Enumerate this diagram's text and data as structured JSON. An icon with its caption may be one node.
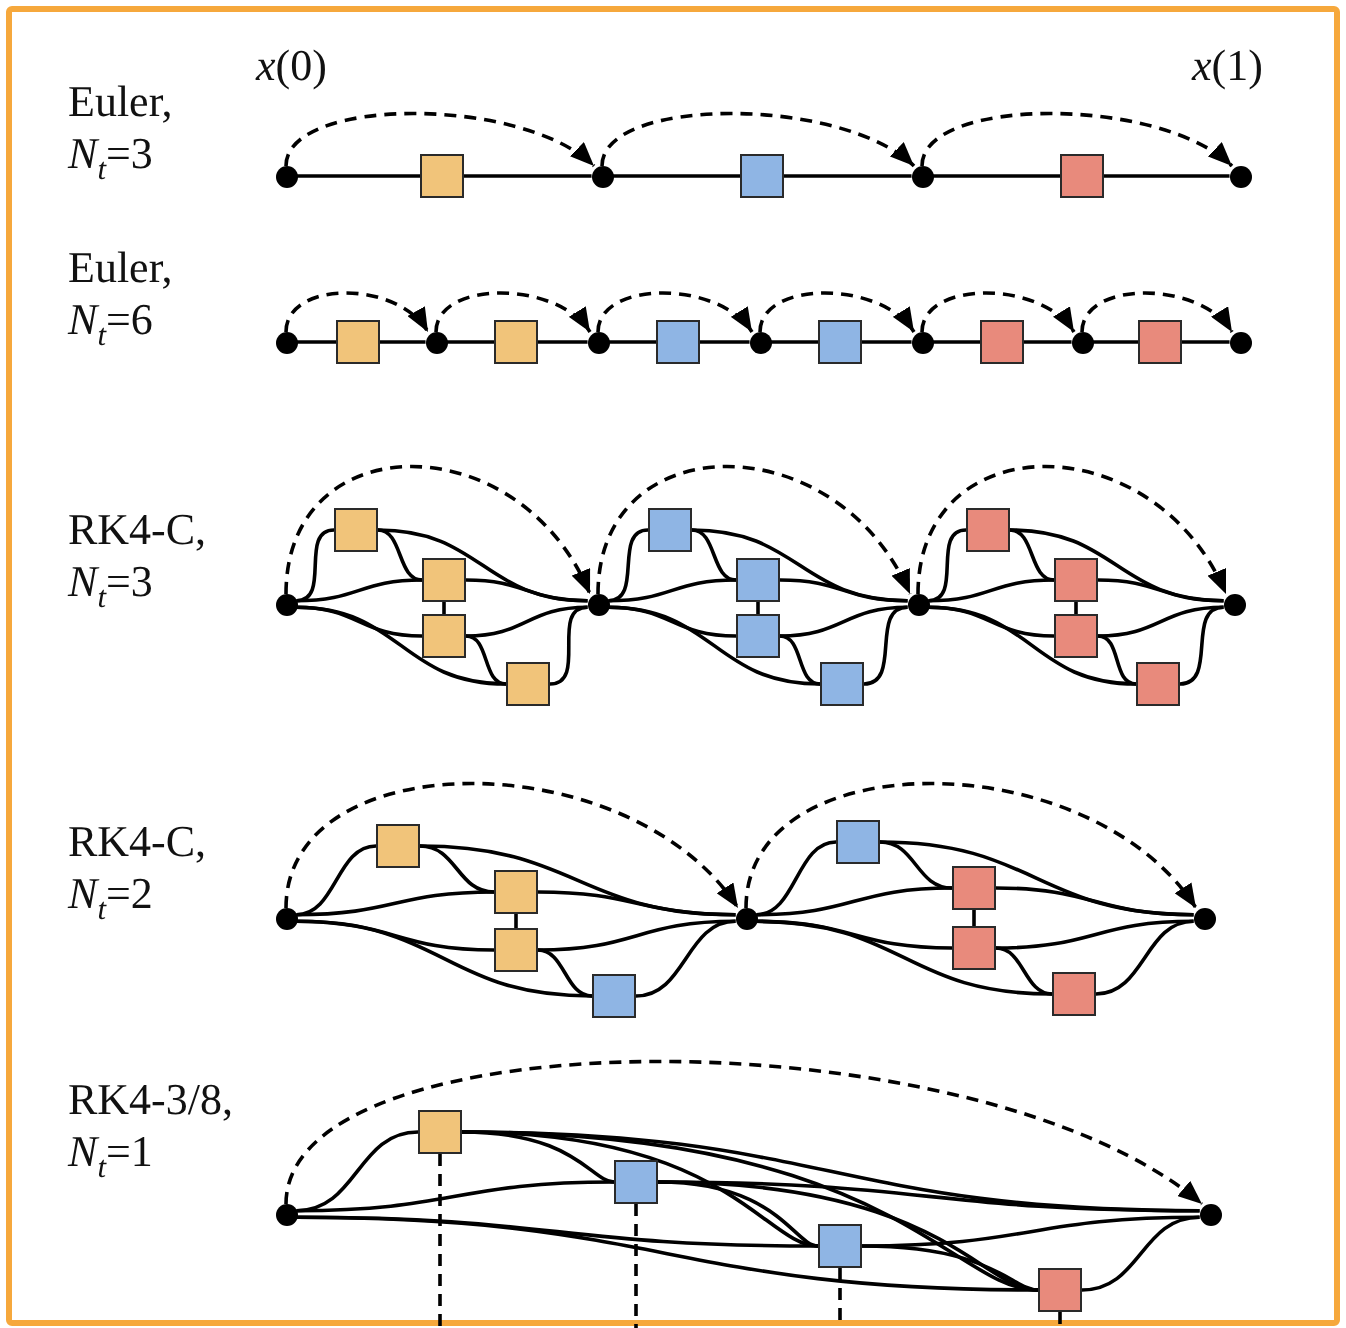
{
  "diagram": {
    "nodes": [
      {
        "text": [],
        "shape": "circle"
      },
      {
        "text": [],
        "shape": "box"
      },
      {
        "text": [],
        "shape": "circle"
      },
      {
        "text": [],
        "shape": "box"
      },
      {
        "text": [],
        "shape": "circle"
      },
      {
        "text": [],
        "shape": "box"
      },
      {
        "text": [],
        "shape": "circle"
      },
      {
        "text": [],
        "shape": "circle"
      },
      {
        "text": [],
        "shape": "box"
      },
      {
        "text": [],
        "shape": "circle"
      },
      {
        "text": [],
        "shape": "box"
      },
      {
        "text": [],
        "shape": "circle"
      },
      {
        "text": [],
        "shape": "box"
      },
      {
        "text": [],
        "shape": "circle"
      },
      {
        "text": [],
        "shape": "box"
      },
      {
        "text": [],
        "shape": "circle"
      },
      {
        "text": [],
        "shape": "box"
      },
      {
        "text": [],
        "shape": "circle"
      },
      {
        "text": [],
        "shape": "box"
      },
      {
        "text": [],
        "shape": "circle"
      },
      {
        "text": [],
        "shape": "circle"
      },
      {
        "text": [],
        "shape": "box"
      },
      {
        "text": [],
        "shape": "box"
      },
      {
        "text": [],
        "shape": "box"
      },
      {
        "text": [],
        "shape": "box"
      },
      {
        "text": [],
        "shape": "circle"
      },
      {
        "text": [],
        "shape": "box"
      },
      {
        "text": [],
        "shape": "box"
      },
      {
        "text": [],
        "shape": "box"
      },
      {
        "text": [],
        "shape": "box"
      },
      {
        "text": [],
        "shape": "circle"
      },
      {
        "text": [],
        "shape": "box"
      },
      {
        "text": [],
        "shape": "box"
      },
      {
        "text": [],
        "shape": "box"
      },
      {
        "text": [],
        "shape": "box"
      },
      {
        "text": [],
        "shape": "circle"
      },
      {
        "text": [],
        "shape": "circle"
      },
      {
        "text": [],
        "shape": "box"
      },
      {
        "text": [],
        "shape": "box"
      },
      {
        "text": [],
        "shape": "box"
      },
      {
        "text": [],
        "shape": "box"
      },
      {
        "text": [],
        "shape": "circle"
      },
      {
        "text": [],
        "shape": "box"
      },
      {
        "text": [],
        "shape": "box"
      },
      {
        "text": [],
        "shape": "box"
      },
      {
        "text": [],
        "shape": "box"
      },
      {
        "text": [],
        "shape": "circle"
      },
      {
        "text": [],
        "shape": "circle"
      },
      {
        "text": [],
        "shape": "box"
      },
      {
        "text": [],
        "shape": "box"
      },
      {
        "text": [],
        "shape": "box"
      },
      {
        "text": [],
        "shape": "box"
      },
      {
        "text": [],
        "shape": "circle"
      }
    ],
    "edges": [
      {
        "from": 0,
        "to": 1,
        "arrow": "none"
      },
      {
        "from": 1,
        "to": 2,
        "arrow": "none"
      },
      {
        "from": 2,
        "to": 3,
        "arrow": "none"
      },
      {
        "from": 3,
        "to": 4,
        "arrow": "none"
      },
      {
        "from": 4,
        "to": 5,
        "arrow": "none"
      },
      {
        "from": 5,
        "to": 6,
        "arrow": "none"
      },
      {
        "from": 0,
        "to": 2,
        "arrow": "to",
        "style": "dashed"
      },
      {
        "from": 2,
        "to": 4,
        "arrow": "to",
        "style": "dashed"
      },
      {
        "from": 4,
        "to": 6,
        "arrow": "to",
        "style": "dashed"
      },
      {
        "from": 7,
        "to": 8,
        "arrow": "none"
      },
      {
        "from": 8,
        "to": 9,
        "arrow": "none"
      },
      {
        "from": 9,
        "to": 10,
        "arrow": "none"
      },
      {
        "from": 10,
        "to": 11,
        "arrow": "none"
      },
      {
        "from": 11,
        "to": 12,
        "arrow": "none"
      },
      {
        "from": 12,
        "to": 13,
        "arrow": "none"
      },
      {
        "from": 13,
        "to": 14,
        "arrow": "none"
      },
      {
        "from": 14,
        "to": 15,
        "arrow": "none"
      },
      {
        "from": 15,
        "to": 16,
        "arrow": "none"
      },
      {
        "from": 16,
        "to": 17,
        "arrow": "none"
      },
      {
        "from": 17,
        "to": 18,
        "arrow": "none"
      },
      {
        "from": 18,
        "to": 19,
        "arrow": "none"
      },
      {
        "from": 7,
        "to": 9,
        "arrow": "to",
        "style": "dashed"
      },
      {
        "from": 9,
        "to": 11,
        "arrow": "to",
        "style": "dashed"
      },
      {
        "from": 11,
        "to": 13,
        "arrow": "to",
        "style": "dashed"
      },
      {
        "from": 13,
        "to": 15,
        "arrow": "to",
        "style": "dashed"
      },
      {
        "from": 15,
        "to": 17,
        "arrow": "to",
        "style": "dashed"
      },
      {
        "from": 17,
        "to": 19,
        "arrow": "to",
        "style": "dashed"
      },
      {
        "from": 20,
        "to": 21,
        "arrow": "none"
      },
      {
        "from": 20,
        "to": 22,
        "arrow": "none"
      },
      {
        "from": 20,
        "to": 23,
        "arrow": "none"
      },
      {
        "from": 20,
        "to": 24,
        "arrow": "none"
      },
      {
        "from": 21,
        "to": 22,
        "arrow": "none"
      },
      {
        "from": 22,
        "to": 23,
        "arrow": "none"
      },
      {
        "from": 23,
        "to": 24,
        "arrow": "none"
      },
      {
        "from": 21,
        "to": 25,
        "arrow": "none"
      },
      {
        "from": 22,
        "to": 25,
        "arrow": "none"
      },
      {
        "from": 23,
        "to": 25,
        "arrow": "none"
      },
      {
        "from": 24,
        "to": 25,
        "arrow": "none"
      },
      {
        "from": 20,
        "to": 25,
        "arrow": "to",
        "style": "dashed"
      },
      {
        "from": 25,
        "to": 26,
        "arrow": "none"
      },
      {
        "from": 25,
        "to": 27,
        "arrow": "none"
      },
      {
        "from": 25,
        "to": 28,
        "arrow": "none"
      },
      {
        "from": 25,
        "to": 29,
        "arrow": "none"
      },
      {
        "from": 26,
        "to": 27,
        "arrow": "none"
      },
      {
        "from": 27,
        "to": 28,
        "arrow": "none"
      },
      {
        "from": 28,
        "to": 29,
        "arrow": "none"
      },
      {
        "from": 26,
        "to": 30,
        "arrow": "none"
      },
      {
        "from": 27,
        "to": 30,
        "arrow": "none"
      },
      {
        "from": 28,
        "to": 30,
        "arrow": "none"
      },
      {
        "from": 29,
        "to": 30,
        "arrow": "none"
      },
      {
        "from": 25,
        "to": 30,
        "arrow": "to",
        "style": "dashed"
      },
      {
        "from": 30,
        "to": 31,
        "arrow": "none"
      },
      {
        "from": 30,
        "to": 32,
        "arrow": "none"
      },
      {
        "from": 30,
        "to": 33,
        "arrow": "none"
      },
      {
        "from": 30,
        "to": 34,
        "arrow": "none"
      },
      {
        "from": 31,
        "to": 32,
        "arrow": "none"
      },
      {
        "from": 32,
        "to": 33,
        "arrow": "none"
      },
      {
        "from": 33,
        "to": 34,
        "arrow": "none"
      },
      {
        "from": 31,
        "to": 35,
        "arrow": "none"
      },
      {
        "from": 32,
        "to": 35,
        "arrow": "none"
      },
      {
        "from": 33,
        "to": 35,
        "arrow": "none"
      },
      {
        "from": 34,
        "to": 35,
        "arrow": "none"
      },
      {
        "from": 30,
        "to": 35,
        "arrow": "to",
        "style": "dashed"
      },
      {
        "from": 36,
        "to": 37,
        "arrow": "none"
      },
      {
        "from": 36,
        "to": 38,
        "arrow": "none"
      },
      {
        "from": 36,
        "to": 39,
        "arrow": "none"
      },
      {
        "from": 36,
        "to": 40,
        "arrow": "none"
      },
      {
        "from": 37,
        "to": 38,
        "arrow": "none"
      },
      {
        "from": 38,
        "to": 39,
        "arrow": "none"
      },
      {
        "from": 39,
        "to": 40,
        "arrow": "none"
      },
      {
        "from": 37,
        "to": 41,
        "arrow": "none"
      },
      {
        "from": 38,
        "to": 41,
        "arrow": "none"
      },
      {
        "from": 39,
        "to": 41,
        "arrow": "none"
      },
      {
        "from": 40,
        "to": 41,
        "arrow": "none"
      },
      {
        "from": 36,
        "to": 41,
        "arrow": "to",
        "style": "dashed"
      },
      {
        "from": 41,
        "to": 42,
        "arrow": "none"
      },
      {
        "from": 41,
        "to": 43,
        "arrow": "none"
      },
      {
        "from": 41,
        "to": 44,
        "arrow": "none"
      },
      {
        "from": 41,
        "to": 45,
        "arrow": "none"
      },
      {
        "from": 42,
        "to": 43,
        "arrow": "none"
      },
      {
        "from": 43,
        "to": 44,
        "arrow": "none"
      },
      {
        "from": 44,
        "to": 45,
        "arrow": "none"
      },
      {
        "from": 42,
        "to": 46,
        "arrow": "none"
      },
      {
        "from": 43,
        "to": 46,
        "arrow": "none"
      },
      {
        "from": 44,
        "to": 46,
        "arrow": "none"
      },
      {
        "from": 45,
        "to": 46,
        "arrow": "none"
      },
      {
        "from": 41,
        "to": 46,
        "arrow": "to",
        "style": "dashed"
      },
      {
        "from": 47,
        "to": 48,
        "arrow": "none"
      },
      {
        "from": 47,
        "to": 49,
        "arrow": "none"
      },
      {
        "from": 47,
        "to": 50,
        "arrow": "none"
      },
      {
        "from": 47,
        "to": 51,
        "arrow": "none"
      },
      {
        "from": 48,
        "to": 49,
        "arrow": "none"
      },
      {
        "from": 48,
        "to": 50,
        "arrow": "none"
      },
      {
        "from": 48,
        "to": 51,
        "arrow": "none"
      },
      {
        "from": 49,
        "to": 50,
        "arrow": "none"
      },
      {
        "from": 49,
        "to": 51,
        "arrow": "none"
      },
      {
        "from": 50,
        "to": 51,
        "arrow": "none"
      },
      {
        "from": 48,
        "to": 52,
        "arrow": "none"
      },
      {
        "from": 49,
        "to": 52,
        "arrow": "none"
      },
      {
        "from": 50,
        "to": 52,
        "arrow": "none"
      },
      {
        "from": 51,
        "to": 52,
        "arrow": "none"
      },
      {
        "from": 47,
        "to": 52,
        "arrow": "to",
        "style": "dashed"
      },
      {
        "from": 48,
        "to": null,
        "arrow": "none",
        "style": "dashed"
      },
      {
        "from": 49,
        "to": null,
        "arrow": "none",
        "style": "dashed"
      },
      {
        "from": 50,
        "to": null,
        "arrow": "none",
        "style": "dashed"
      },
      {
        "from": 51,
        "to": null,
        "arrow": "none",
        "style": "dashed"
      }
    ],
    "labels": [
      "*x*(0)",
      "*x*(1)",
      "Euler, *N*$_{t}$=3",
      "Euler, *N*$_{t}$=6",
      "RK4-C, *N*$_{t}$=3",
      "RK4-C, *N*$_{t}$=2",
      "RK4-3/8, *N*$_{t}$=1"
    ]
  }
}
